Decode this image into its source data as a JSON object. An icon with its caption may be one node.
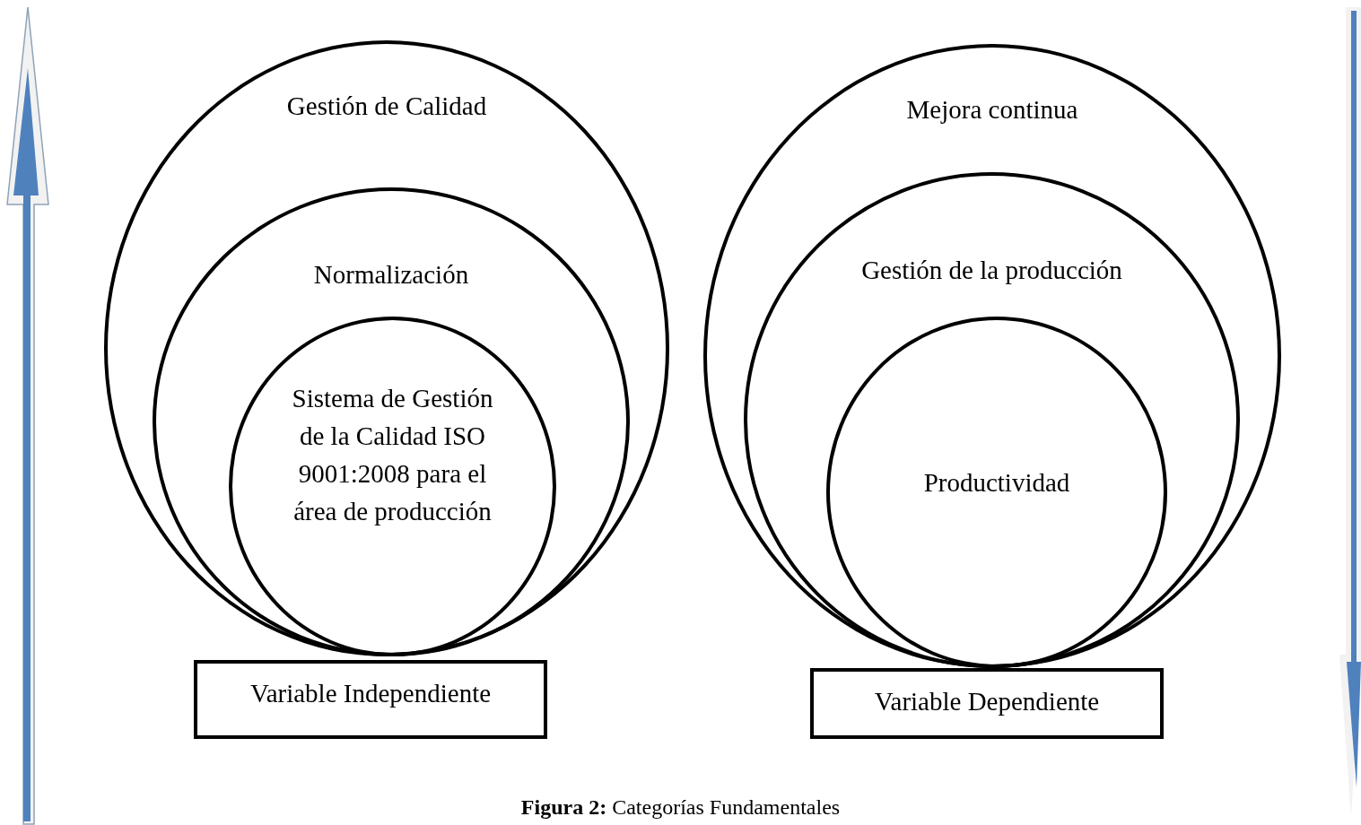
{
  "diagram": {
    "caption": "**Figura 2:** Categorías Fundamentales",
    "nodes": [
      {
        "text": [
          "Gestión de Calidad"
        ]
      },
      {
        "text": [
          "Normalización"
        ],
        "in": 0
      },
      {
        "text": [
          "Sistema de Gestión de la Calidad ISO 9001:2008 para el área de producción"
        ],
        "in": 1
      },
      {
        "text": [
          "Variable Independiente"
        ]
      },
      {
        "text": [
          "Mejora continua"
        ]
      },
      {
        "text": [
          "Gestión de la producción"
        ],
        "in": 4
      },
      {
        "text": [
          "Productividad"
        ],
        "in": 5
      },
      {
        "text": [
          "Variable Dependiente"
        ]
      }
    ]
  }
}
